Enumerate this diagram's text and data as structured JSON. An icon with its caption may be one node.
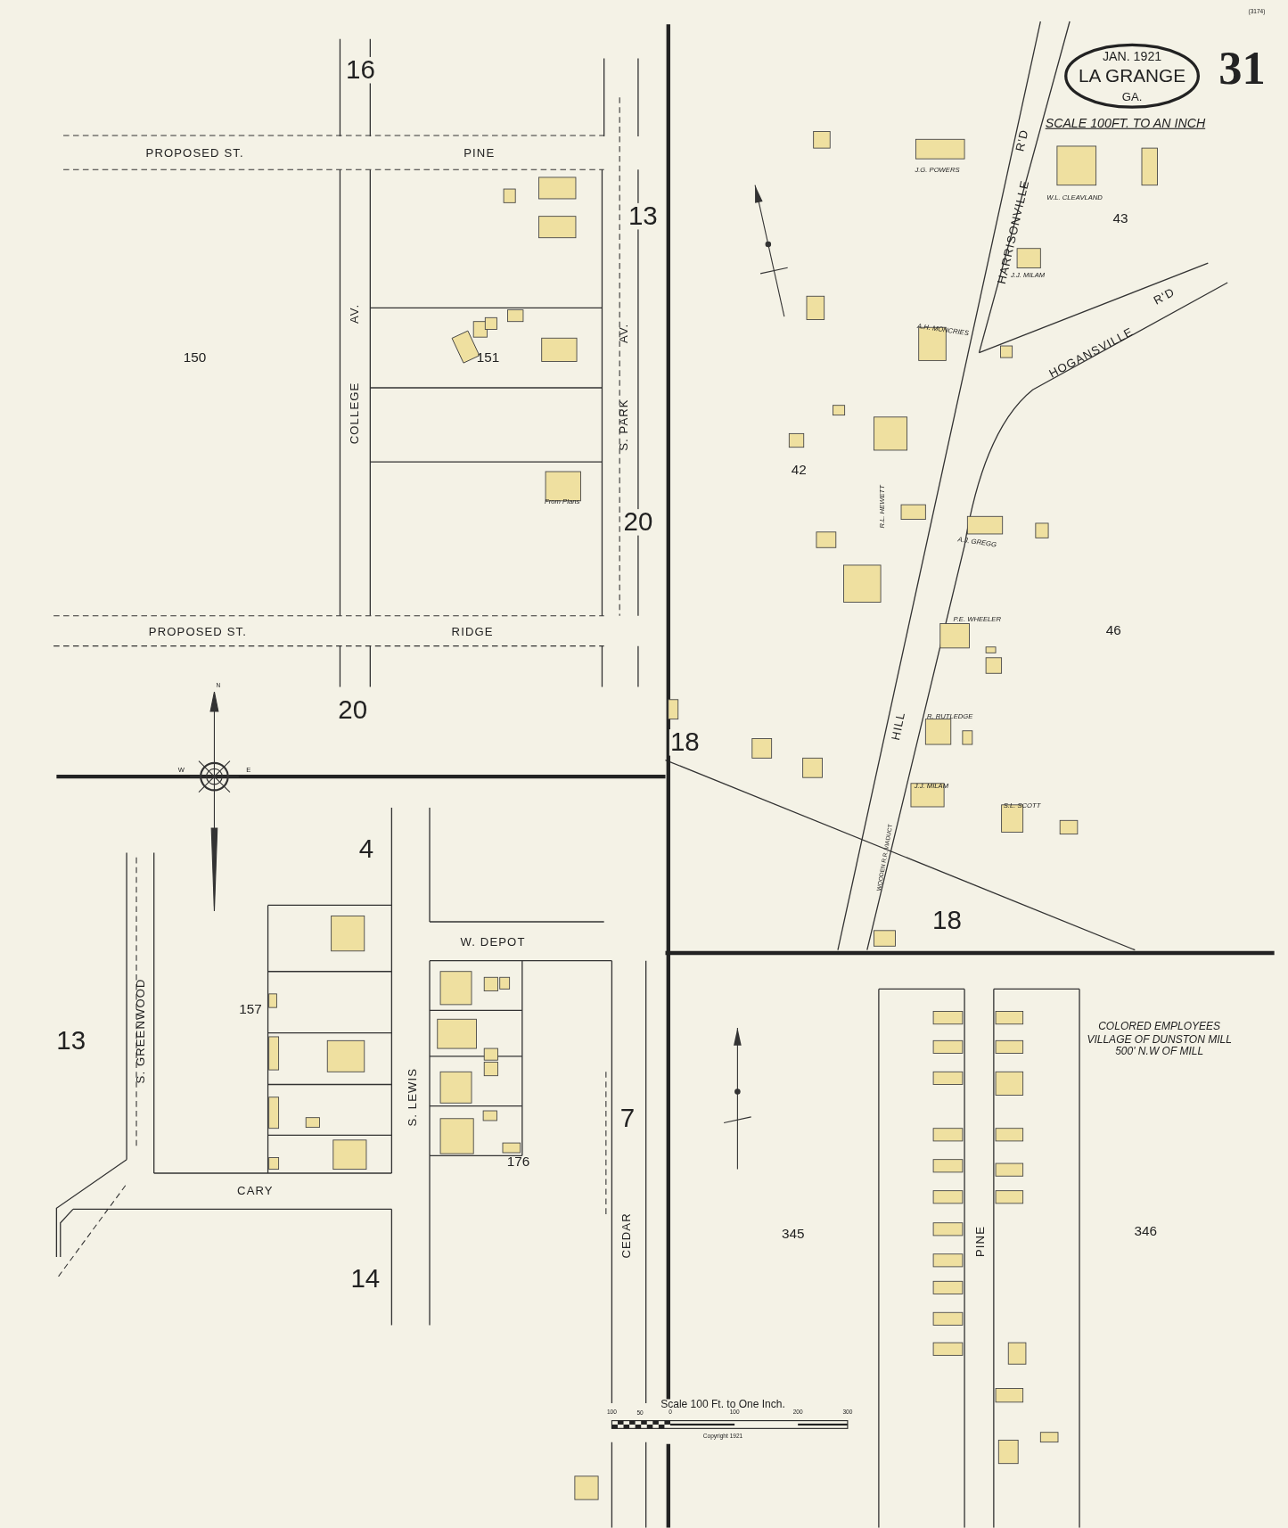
{
  "diagram": {
    "nodes": [
      {
        "text": [
          "JAN. 1921",
          "LA GRANGE",
          "GA."
        ]
      }
    ],
    "edges": [],
    "labels": [
      "(3174)",
      "31",
      "SCALE 100FT. TO AN INCH",
      "16",
      "PROPOSED ST.",
      "PINE",
      "13",
      "150",
      "151",
      "COLLEGE",
      "AV.",
      "S. PARK",
      "AV.",
      "From Plans",
      "20",
      "PROPOSED ST.",
      "RIDGE",
      "20",
      "J.G. POWERS",
      "W.L. CLEAVLAND",
      "43",
      "HARRISONVILLE",
      "R'D",
      "J.J. MILAM",
      "A.H. MONCRIES",
      "HOGANSVILLE",
      "R'D",
      "42",
      "R.L. HEWETT",
      "A.J. GREGG",
      "P.E. WHEELER",
      "46",
      "18",
      "HILL",
      "R. RUTLEDGE",
      "J.J. MILAM",
      "S.L. SCOTT",
      "WOODEN R.R. VIADUCT",
      "18",
      "N",
      "W",
      "E",
      "4",
      "W. DEPOT",
      "157",
      "13",
      "S. GREENWOOD",
      "S. LEWIS",
      "7",
      "176",
      "CARY",
      "14",
      "CEDAR",
      "345",
      "PINE",
      "346",
      "COLORED EMPLOYEES VILLAGE OF DUNSTON MILL 500' N.W OF MILL",
      "Scale 100 Ft. to One Inch.",
      "100",
      "50",
      "0",
      "100",
      "200",
      "300",
      "Copyright 1921"
    ]
  }
}
